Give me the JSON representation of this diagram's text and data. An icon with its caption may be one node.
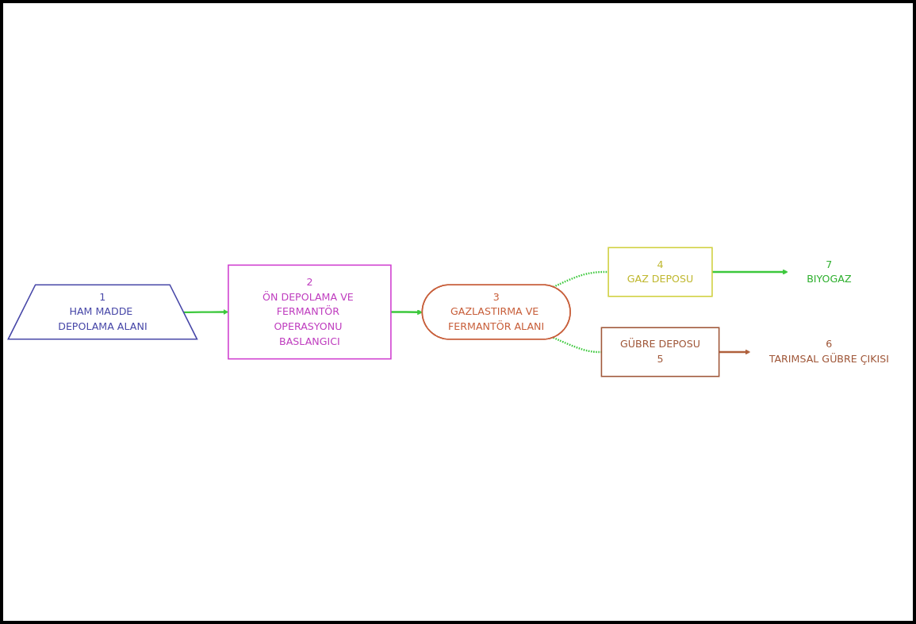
{
  "diagram": {
    "nodes": [
      {
        "text": [
          "1",
          "HAM MADDE DEPOLAMA ALANI"
        ]
      },
      {
        "text": [
          "2",
          "ÖN DEPOLAMA VE FERMANTÖR OPERASYONU BASLANGICI"
        ]
      },
      {
        "text": [
          "3",
          "GAZLASTIRMA VE FERMANTÖR ALANI"
        ]
      },
      {
        "text": [
          "4",
          "GAZ DEPOSU"
        ]
      },
      {
        "text": [
          "GÜBRE DEPOSU",
          "5"
        ]
      },
      {
        "text": [
          "6",
          "TARIMSAL GÜBRE ÇIKISI"
        ]
      },
      {
        "text": [
          "7",
          "BIYOGAZ"
        ]
      }
    ],
    "edges": [
      {
        "from": 0,
        "to": 1,
        "arrow": "to"
      },
      {
        "from": 1,
        "to": 2,
        "arrow": "to"
      },
      {
        "from": 2,
        "to": 3,
        "arrow": "none",
        "style": "dashed"
      },
      {
        "from": 2,
        "to": 4,
        "arrow": "none",
        "style": "dashed"
      },
      {
        "from": 3,
        "to": 6,
        "arrow": "to"
      },
      {
        "from": 4,
        "to": 5,
        "arrow": "to",
        "color": "#b0603c"
      }
    ]
  }
}
